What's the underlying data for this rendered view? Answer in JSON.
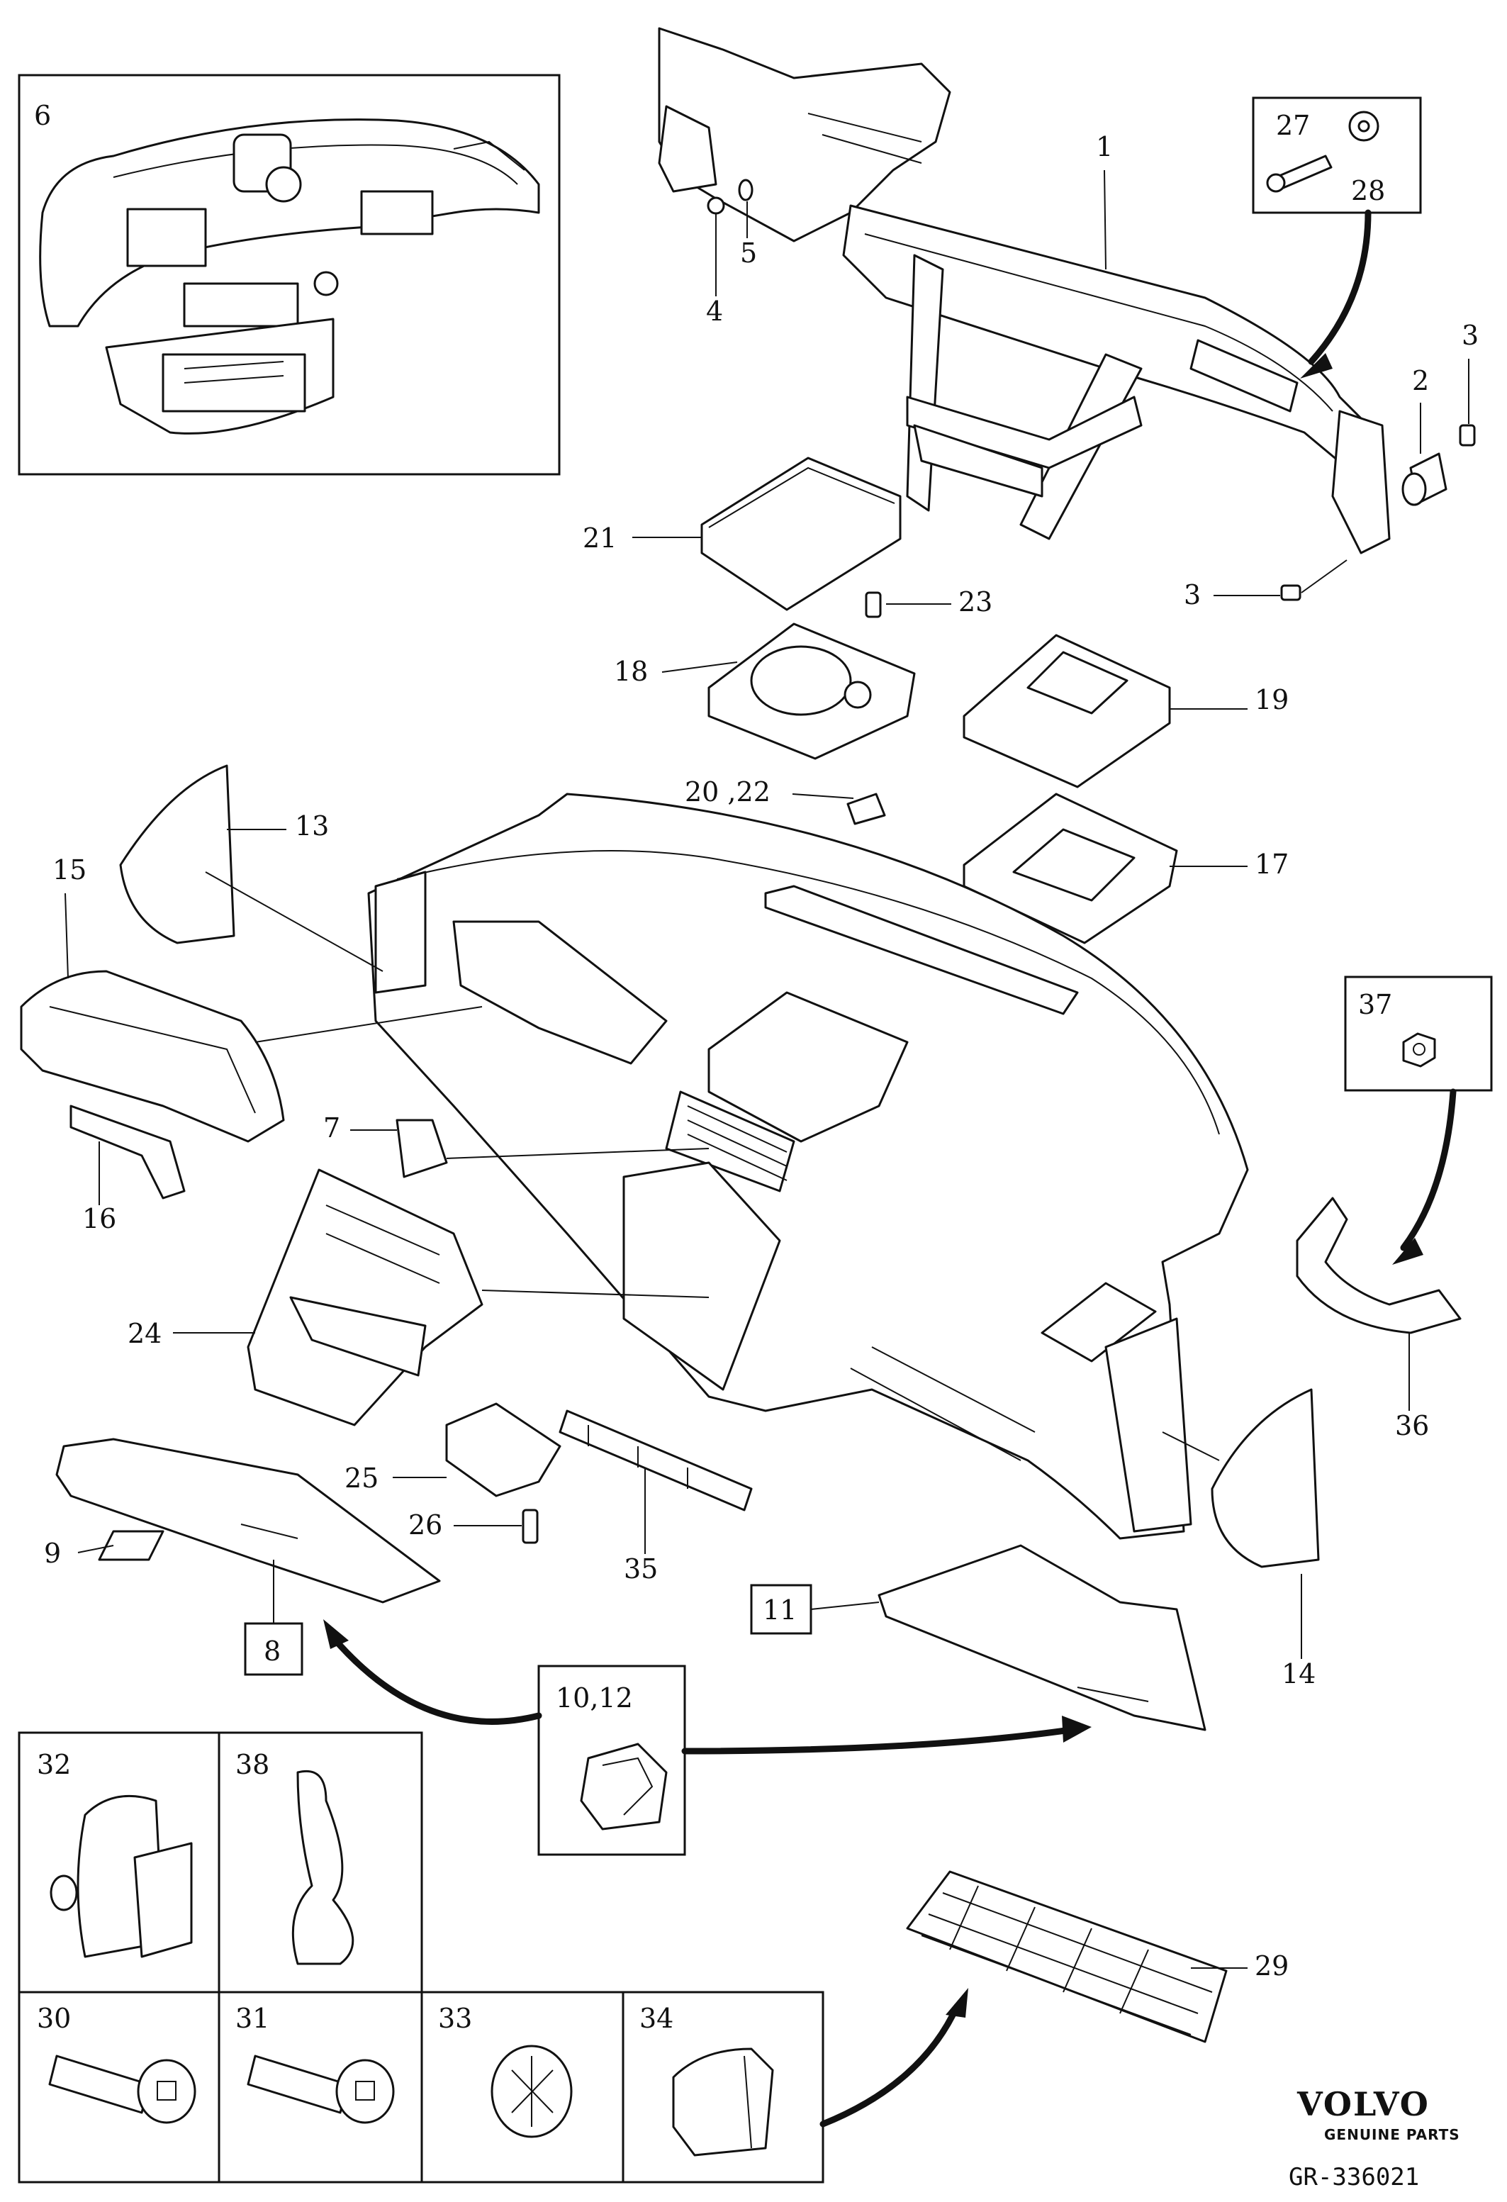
{
  "brand": {
    "name": "VOLVO",
    "subtitle": "GENUINE PARTS"
  },
  "drawing_code": "GR-336021",
  "callouts": {
    "c1": "1",
    "c2": "2",
    "c3a": "3",
    "c3b": "3",
    "c4": "4",
    "c5": "5",
    "c6": "6",
    "c7": "7",
    "c8": "8",
    "c9": "9",
    "c10_12": "10,12",
    "c11": "11",
    "c13": "13",
    "c14": "14",
    "c15": "15",
    "c16": "16",
    "c17": "17",
    "c18": "18",
    "c19": "19",
    "c20_22": "20 ,22",
    "c21": "21",
    "c23": "23",
    "c24": "24",
    "c25": "25",
    "c26": "26",
    "c27": "27",
    "c28": "28",
    "c29": "29",
    "c30": "30",
    "c31": "31",
    "c32": "32",
    "c33": "33",
    "c34": "34",
    "c35": "35",
    "c36": "36",
    "c37": "37",
    "c38": "38"
  },
  "icons": [
    "crossmember-icon",
    "dashboard-icon",
    "glovebox-icon",
    "clip-icon",
    "screw-icon",
    "nut-icon",
    "grille-icon",
    "panel-icon"
  ]
}
